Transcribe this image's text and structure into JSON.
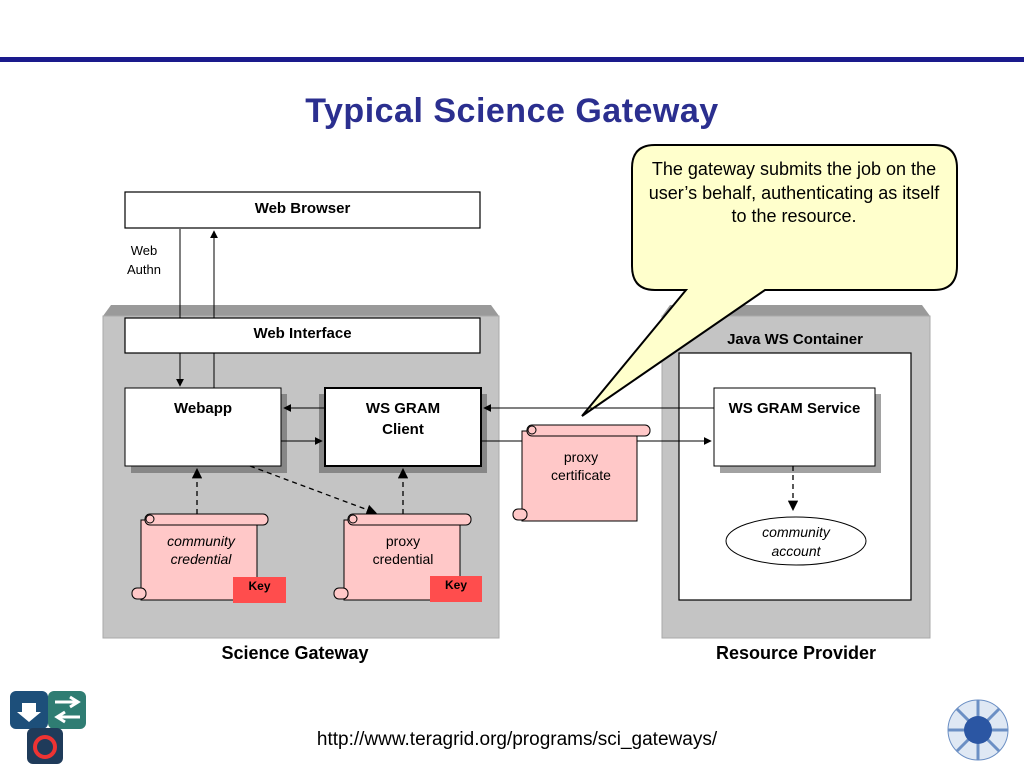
{
  "slide": {
    "title": "Typical Science Gateway",
    "footer_url": "http://www.teragrid.org/programs/sci_gateways/"
  },
  "callout": {
    "text": "The gateway submits the job on the user’s behalf, authenticating as itself to the resource."
  },
  "diagram": {
    "web_browser": "Web Browser",
    "web_authn_1": "Web",
    "web_authn_2": "Authn",
    "web_interface": "Web Interface",
    "webapp": "Webapp",
    "ws_gram_client_1": "WS GRAM",
    "ws_gram_client_2": "Client",
    "proxy_certificate_1": "proxy",
    "proxy_certificate_2": "certificate",
    "java_ws_container": "Java WS Container",
    "ws_gram_service": "WS GRAM Service",
    "community_account_1": "community",
    "community_account_2": "account",
    "community_credential_1": "community",
    "community_credential_2": "credential",
    "proxy_credential_1": "proxy",
    "proxy_credential_2": "credential",
    "key_label": "Key",
    "science_gateway": "Science Gateway",
    "resource_provider": "Resource Provider"
  },
  "logos": {
    "left": "teragrid-logo",
    "right": "NSF"
  },
  "colors": {
    "title": "#2b2f8f",
    "rule": "#1a1a8c",
    "panel": "#c0c0c0",
    "callout_fill": "#ffffcc",
    "scroll_fill": "#ffc8c8",
    "key_fill": "#ff4d4d"
  }
}
